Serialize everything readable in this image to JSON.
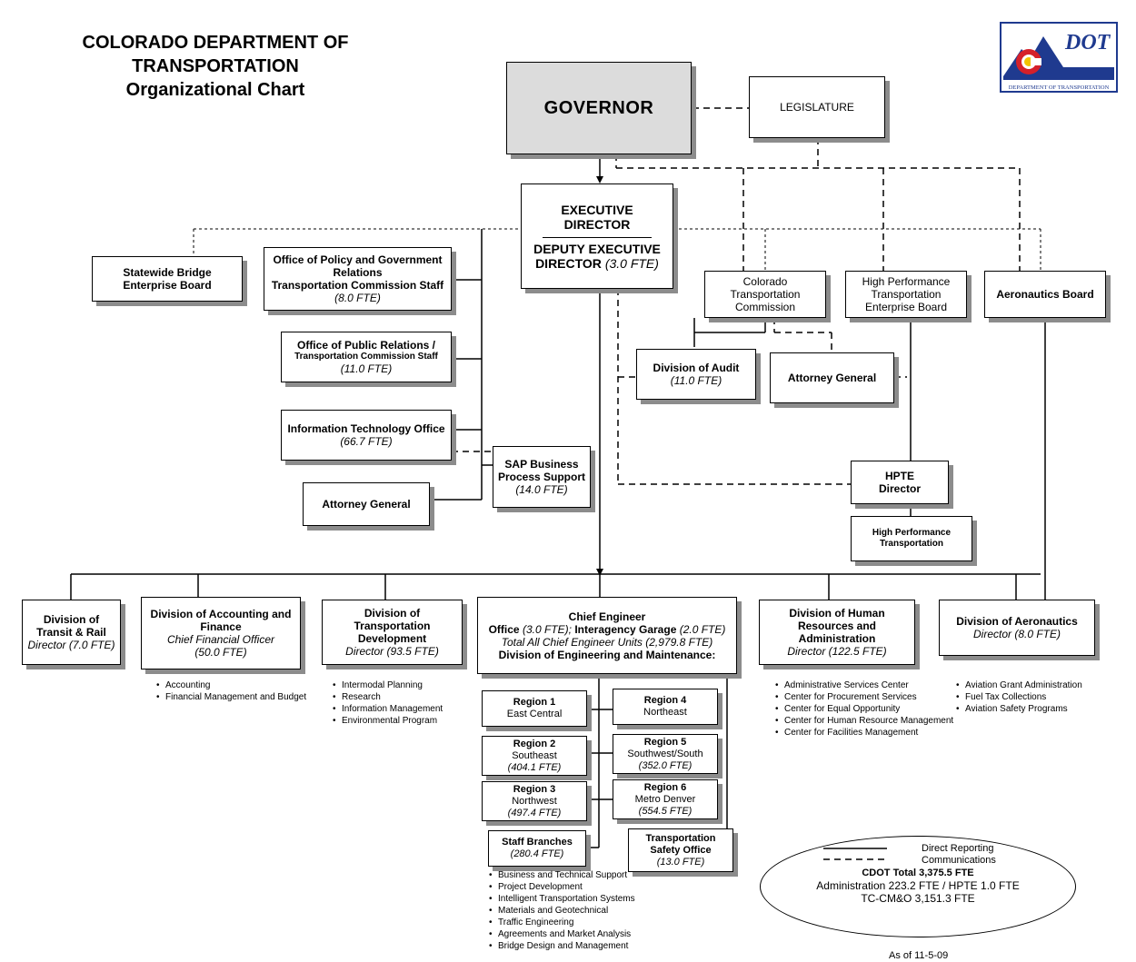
{
  "header": {
    "title_line1": "COLORADO DEPARTMENT OF",
    "title_line2": "TRANSPORTATION",
    "title_line3": "Organizational Chart"
  },
  "logo": {
    "text": "DOT",
    "subtitle": "DEPARTMENT OF TRANSPORTATION",
    "colors": {
      "blue": "#1f3a8f",
      "red": "#d5202a",
      "gold": "#f3c300"
    }
  },
  "top": {
    "governor": "GOVERNOR",
    "legislature": "LEGISLATURE",
    "exec_director_1": "EXECUTIVE",
    "exec_director_2": "DIRECTOR",
    "deputy_1": "DEPUTY EXECUTIVE",
    "deputy_2": "DIRECTOR",
    "deputy_fte": "(3.0 FTE)"
  },
  "staff": {
    "bridge_1": "Statewide Bridge",
    "bridge_2": "Enterprise Board",
    "policy_1": "Office of Policy and Government",
    "policy_2": "Relations",
    "policy_3": "Transportation Commission Staff",
    "policy_fte": "(8.0 FTE)",
    "pr_1": "Office of Public Relations /",
    "pr_2": "Transportation Commission Staff",
    "pr_fte": "(11.0 FTE)",
    "it_1": "Information Technology Office",
    "it_fte": "(66.7 FTE)",
    "sap_1": "SAP Business",
    "sap_2": "Process Support",
    "sap_fte": "(14.0 FTE)",
    "ag_left": "Attorney General"
  },
  "right": {
    "ctc_1": "Colorado",
    "ctc_2": "Transportation",
    "ctc_3": "Commission",
    "hpteb_1": "High Performance",
    "hpteb_2": "Transportation",
    "hpteb_3": "Enterprise Board",
    "aero_board": "Aeronautics Board",
    "audit_1": "Division of Audit",
    "audit_fte": "(11.0 FTE)",
    "ag_right": "Attorney General",
    "hpte_dir_1": "HPTE",
    "hpte_dir_2": "Director",
    "hpt_1": "High Performance",
    "hpt_2": "Transportation"
  },
  "divisions": {
    "transit_1": "Division of",
    "transit_2": "Transit & Rail",
    "transit_3": "Director (7.0 FTE)",
    "acct_1": "Division of Accounting and",
    "acct_2": "Finance",
    "acct_3": "Chief Financial Officer",
    "acct_4": "(50.0 FTE)",
    "dtd_1": "Division of",
    "dtd_2": "Transportation",
    "dtd_3": "Development",
    "dtd_4": "Director (93.5 FTE)",
    "ce_1": "Chief Engineer",
    "ce_2a": "Office",
    "ce_2b": "(3.0 FTE);",
    "ce_2c": "Interagency Garage",
    "ce_2d": "(2.0 FTE)",
    "ce_3": "Total All Chief Engineer Units (2,979.8 FTE)",
    "ce_4": "Division of Engineering and Maintenance:",
    "hr_1": "Division of Human",
    "hr_2": "Resources and",
    "hr_3": "Administration",
    "hr_4": "Director (122.5 FTE)",
    "aero_1": "Division of Aeronautics",
    "aero_2": "Director (8.0 FTE)"
  },
  "bullets": {
    "acct": [
      "Accounting",
      "Financial Management and Budget"
    ],
    "dtd": [
      "Intermodal Planning",
      "Research",
      "Information Management",
      "Environmental Program"
    ],
    "hr": [
      "Administrative Services Center",
      "Center for Procurement Services",
      "Center for Equal Opportunity",
      "Center for Human Resource Management",
      "Center for Facilities Management"
    ],
    "aero": [
      "Aviation Grant Administration",
      "Fuel Tax Collections",
      "Aviation Safety Programs"
    ],
    "staff_branches": [
      "Business and Technical Support",
      "Project Development",
      "Intelligent Transportation Systems",
      "Materials and Geotechnical",
      "Traffic Engineering",
      "Agreements and Market Analysis",
      "Bridge Design and Management"
    ]
  },
  "regions": {
    "r1_a": "Region 1",
    "r1_b": "East Central",
    "r2_a": "Region 2",
    "r2_b": "Southeast",
    "r2_c": "(404.1 FTE)",
    "r3_a": "Region 3",
    "r3_b": "Northwest",
    "r3_c": "(497.4 FTE)",
    "r4_a": "Region 4",
    "r4_b": "Northeast",
    "r5_a": "Region 5",
    "r5_b": "Southwest/South",
    "r5_c": "(352.0 FTE)",
    "r6_a": "Region 6",
    "r6_b": "Metro Denver",
    "r6_c": "(554.5 FTE)",
    "sb_a": "Staff Branches",
    "sb_b": "(280.4 FTE)",
    "tso_a": "Transportation",
    "tso_b": "Safety Office",
    "tso_c": "(13.0 FTE)"
  },
  "legend": {
    "direct": "Direct Reporting",
    "comm": "Communications",
    "total": "CDOT Total 3,375.5 FTE",
    "admin": "Administration 223.2 FTE / HPTE 1.0 FTE",
    "tc": "TC-CM&O 3,151.3 FTE"
  },
  "as_of": "As of 11-5-09"
}
